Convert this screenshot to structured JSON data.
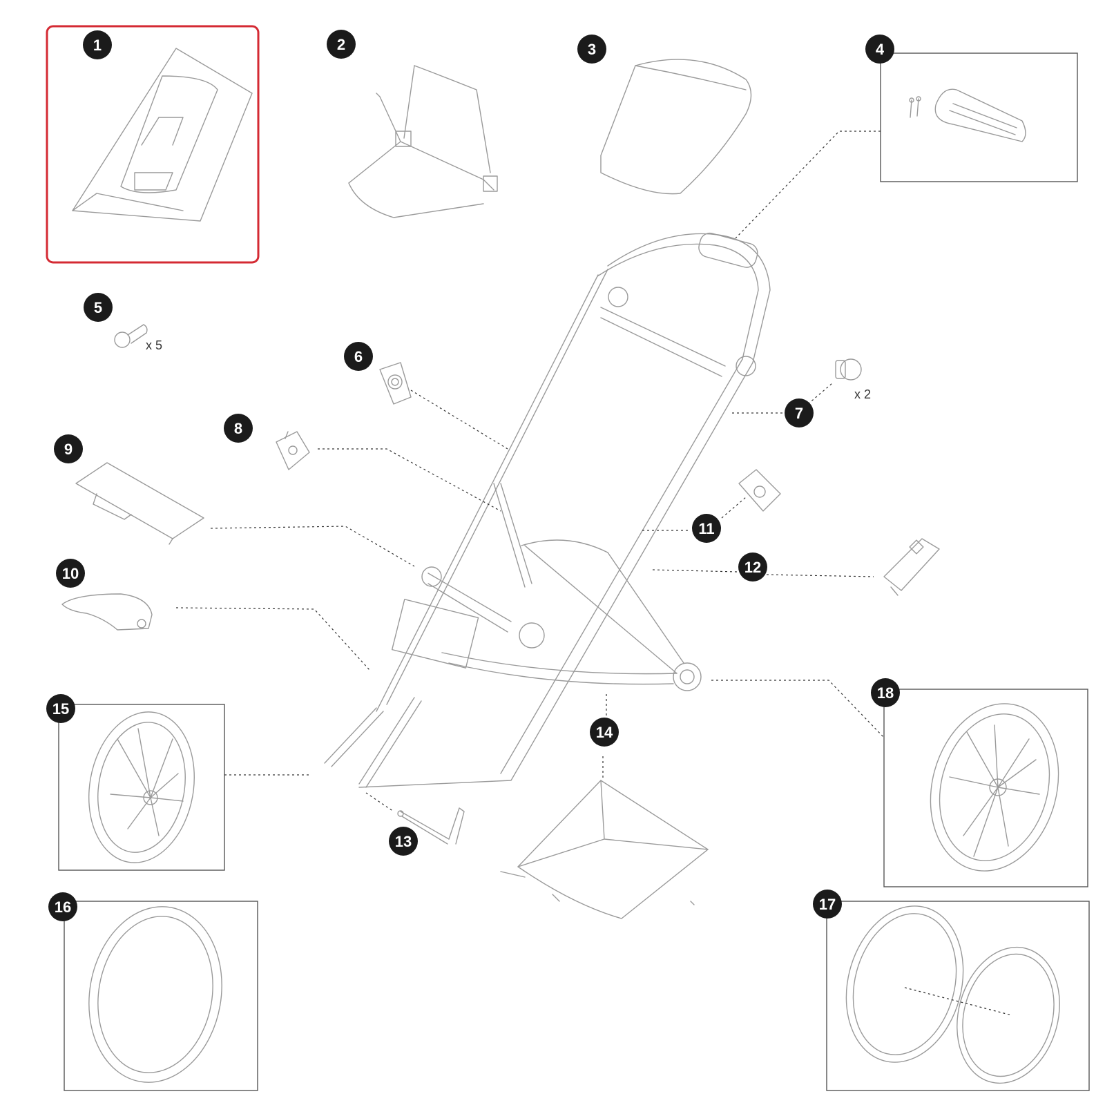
{
  "diagram": {
    "selected_part": "1",
    "accent_color": "#d42a33",
    "parts": [
      {
        "number": "1"
      },
      {
        "number": "2"
      },
      {
        "number": "3"
      },
      {
        "number": "4"
      },
      {
        "number": "5",
        "quantity": "x 5"
      },
      {
        "number": "6"
      },
      {
        "number": "7",
        "quantity": "x 2"
      },
      {
        "number": "8"
      },
      {
        "number": "9"
      },
      {
        "number": "10"
      },
      {
        "number": "11"
      },
      {
        "number": "12"
      },
      {
        "number": "13"
      },
      {
        "number": "14"
      },
      {
        "number": "15"
      },
      {
        "number": "16"
      },
      {
        "number": "17"
      },
      {
        "number": "18"
      }
    ]
  }
}
